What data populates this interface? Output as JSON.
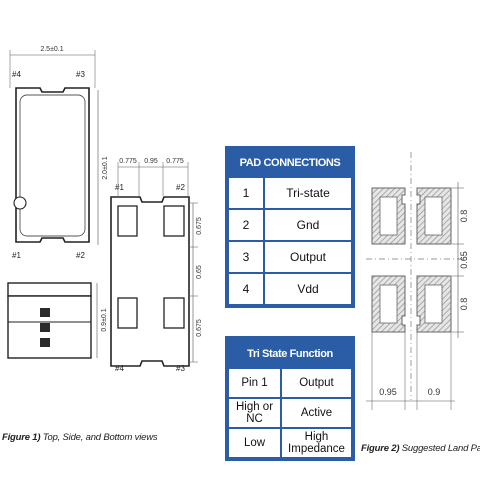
{
  "figure1": {
    "top_view": {
      "width_dim": "2.5±0.1",
      "height_dim": "2.0±0.1",
      "pins": [
        "#4",
        "#3",
        "#1",
        "#2"
      ]
    },
    "side_view": {
      "height_dim": "0.9±0.1"
    },
    "bottom_view": {
      "top_dims": [
        "0.775",
        "0.95",
        "0.775"
      ],
      "side_dims": [
        "0.675",
        "0.65",
        "0.675"
      ],
      "pins": [
        "#1",
        "#2",
        "#4",
        "#3"
      ]
    },
    "caption_prefix": "Figure 1)",
    "caption_text": " Top, Side, and  Bottom  views"
  },
  "pad_connections": {
    "title": "PAD CONNECTIONS",
    "rows": [
      {
        "pad": "1",
        "name": "Tri-state"
      },
      {
        "pad": "2",
        "name": "Gnd"
      },
      {
        "pad": "3",
        "name": "Output"
      },
      {
        "pad": "4",
        "name": "Vdd"
      }
    ]
  },
  "tri_state": {
    "title": "Tri State Function",
    "rows": [
      {
        "condition": "Pin 1",
        "result": "Output"
      },
      {
        "condition": "High or NC",
        "result": "Active"
      },
      {
        "condition": "Low",
        "result": "High Impedance"
      }
    ]
  },
  "figure2": {
    "right_dims": [
      "0.8",
      "0.65",
      "0.8"
    ],
    "bottom_dims": [
      "0.95",
      "0.9"
    ],
    "caption_prefix": "Figure 2)",
    "caption_text": " Suggested Land Pattern"
  },
  "colors": {
    "table_blue": "#2a5da5",
    "hatch": "#8a8a8a"
  }
}
